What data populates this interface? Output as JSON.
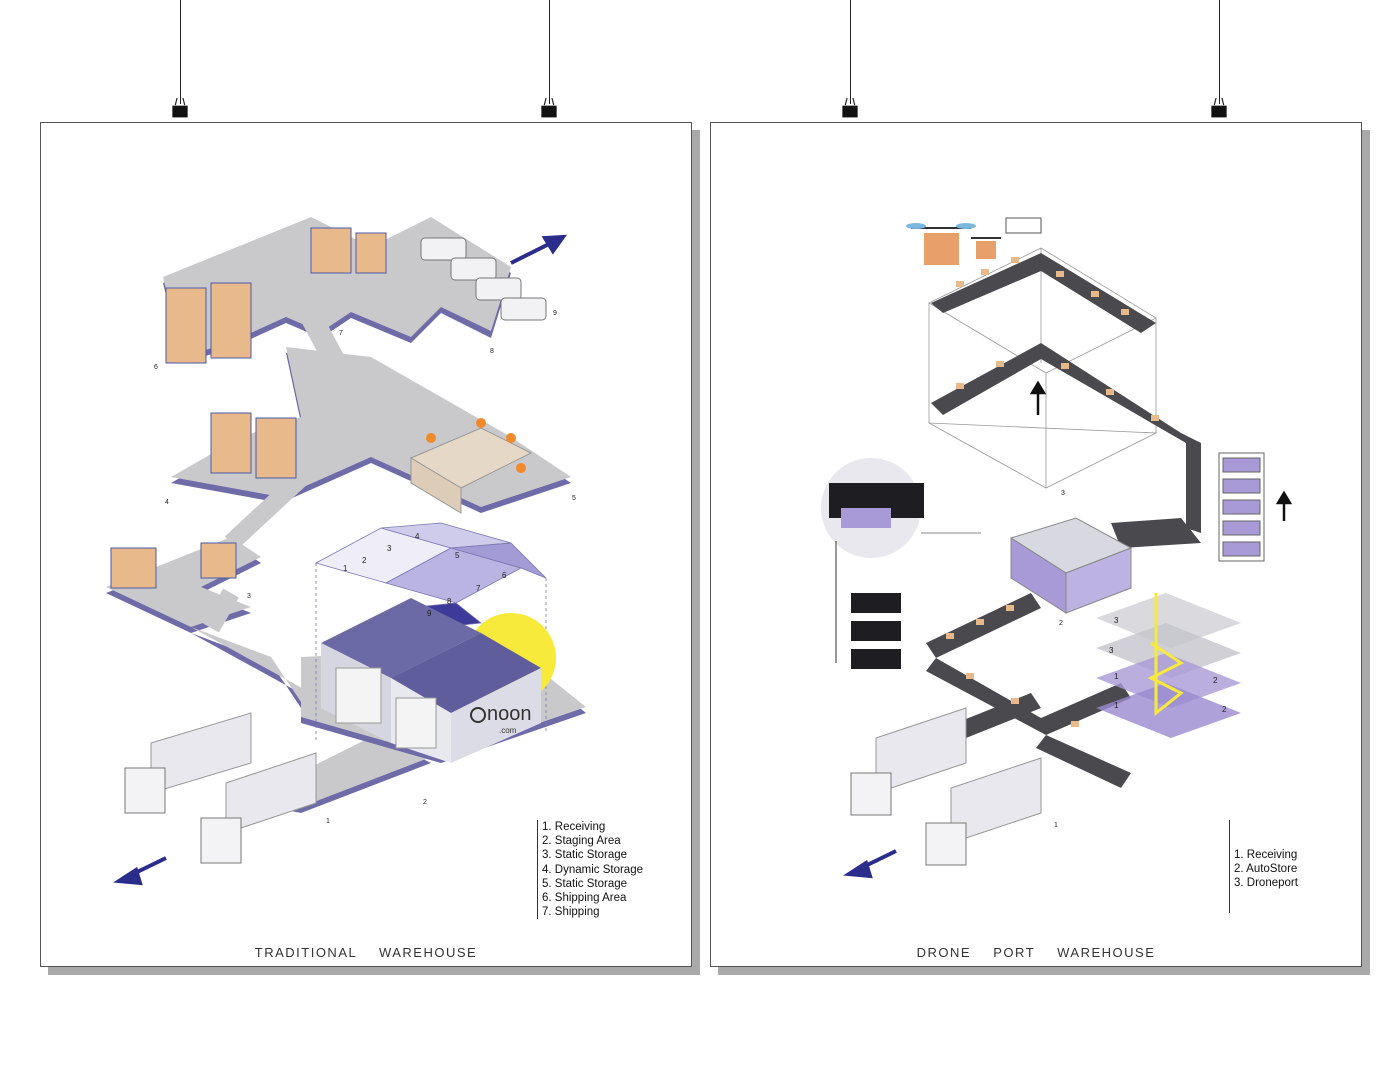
{
  "posters": [
    {
      "title": "TRADITIONAL  WAREHOUSE",
      "legend": [
        "1. Receiving",
        "2. Staging Area",
        "3. Static Storage",
        "4. Dynamic Storage",
        "5. Static Storage",
        "6. Shipping Area",
        "7. Shipping"
      ],
      "grid_numbers": [
        "1",
        "2",
        "3",
        "4",
        "5",
        "6",
        "7",
        "8",
        "9"
      ],
      "area_numbers": [
        "1",
        "2",
        "3",
        "4",
        "5",
        "6",
        "7",
        "8",
        "9"
      ],
      "brand": "noon",
      "brand_sub": ".com"
    },
    {
      "title": "DRONE  PORT  WAREHOUSE",
      "legend": [
        "1. Receiving",
        "2. AutoStore",
        "3. Droneport"
      ],
      "area_numbers": [
        "1",
        "2",
        "3"
      ],
      "layer_numbers": [
        "3",
        "3",
        "1",
        "1",
        "2",
        "2"
      ]
    }
  ],
  "colors": {
    "floor": "#c9c9cc",
    "edge": "#6f6aa8",
    "roof": "#6b6aa6",
    "accent": "#f7ea3b",
    "arrow": "#2b2d8c",
    "conveyor": "#4a4a4e",
    "box": "#e8b98a",
    "purple": "#a89ad6"
  }
}
